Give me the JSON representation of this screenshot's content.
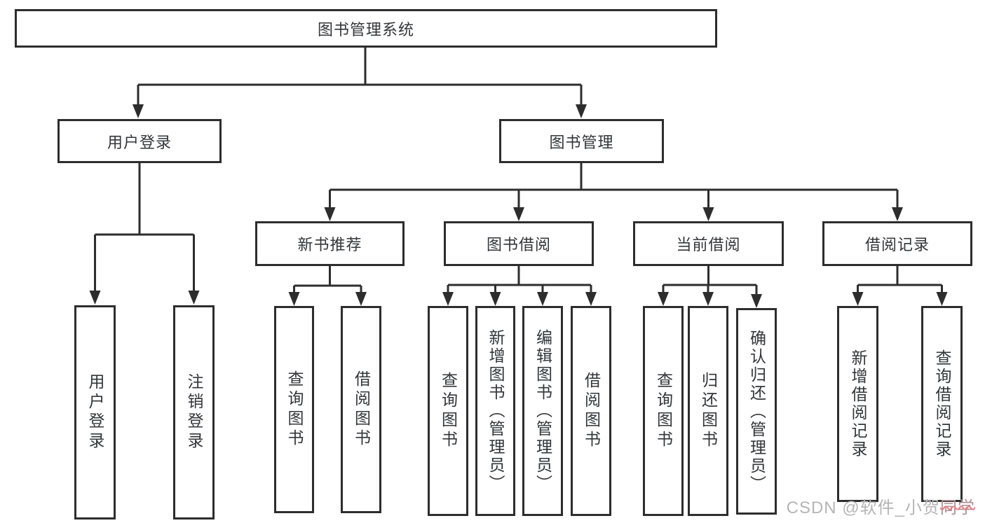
{
  "tree": {
    "label": "图书管理系统",
    "children": [
      {
        "label": "用户登录",
        "children": [
          {
            "label": "用户登录"
          },
          {
            "label": "注销登录"
          }
        ]
      },
      {
        "label": "图书管理",
        "children": [
          {
            "label": "新书推荐",
            "children": [
              {
                "label": "查询图书"
              },
              {
                "label": "借阅图书"
              }
            ]
          },
          {
            "label": "图书借阅",
            "children": [
              {
                "label": "查询图书"
              },
              {
                "label": "新增图书（管理员）"
              },
              {
                "label": "编辑图书（管理员）"
              },
              {
                "label": "借阅图书"
              }
            ]
          },
          {
            "label": "当前借阅",
            "children": [
              {
                "label": "查询图书"
              },
              {
                "label": "归还图书"
              },
              {
                "label": "确认归还（管理员）"
              }
            ]
          },
          {
            "label": "借阅记录",
            "children": [
              {
                "label": "新增借阅记录"
              },
              {
                "label": "查询借阅记录"
              }
            ]
          }
        ]
      }
    ]
  },
  "watermark": {
    "prefix": "CSDN @软件_小贺",
    "accent": "同学"
  },
  "colors": {
    "line": "#2d2d2d",
    "node_border": "#2d2d2d",
    "text": "#333538",
    "watermark_gray": "#b5b5b5",
    "watermark_accent_red": "#e47f86",
    "background": "#ffffff"
  }
}
